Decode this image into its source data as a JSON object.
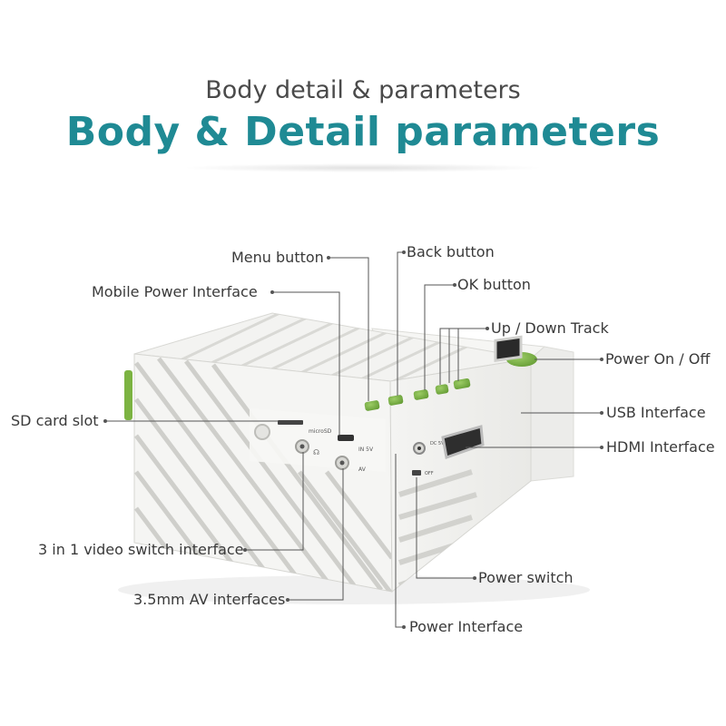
{
  "heading": {
    "subtitle": "Body detail & parameters",
    "title": "Body & Detail parameters"
  },
  "device_print": {
    "microsd": "microSD",
    "in5v": "IN 5V",
    "av": "AV",
    "dc5v": "DC 5V",
    "off": "OFF"
  },
  "colors": {
    "title": "#1f8a94",
    "accent_green": "#7cb342",
    "body": "#f2f2f0",
    "stripe": "#cfcfcc"
  },
  "labels": {
    "menu_button": "Menu button",
    "back_button": "Back button",
    "ok_button": "OK button",
    "mobile_power_interface": "Mobile Power Interface",
    "up_down_track": "Up / Down Track",
    "power_on_off": "Power On / Off",
    "sd_card_slot": "SD card slot",
    "usb_interface": "USB Interface",
    "hdmi_interface": "HDMI Interface",
    "video_switch_interface": "3 in 1 video switch interface",
    "power_switch": "Power switch",
    "av_interfaces": "3.5mm AV interfaces",
    "power_interface": "Power Interface"
  }
}
